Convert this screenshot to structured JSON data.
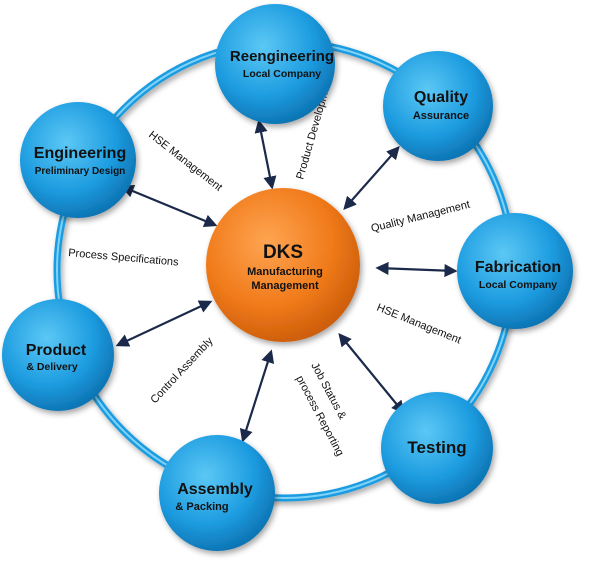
{
  "center": {
    "title": "DKS",
    "subtitle_line1": "Manufacturing",
    "subtitle_line2": "Management",
    "color": "#f07a1a"
  },
  "node_color": "#1d9ce0",
  "ring_color": "#1d9ce0",
  "arrow_color": "#1b2a4a",
  "nodes": {
    "reengineering": {
      "title": "Reengineering",
      "subtitle": "Local Company"
    },
    "quality": {
      "title": "Quality",
      "subtitle": "Assurance"
    },
    "fabrication": {
      "title": "Fabrication",
      "subtitle": "Local Company"
    },
    "testing": {
      "title": "Testing",
      "subtitle": ""
    },
    "assembly": {
      "title": "Assembly",
      "subtitle": "& Packing"
    },
    "product": {
      "title": "Product",
      "subtitle": "& Delivery"
    },
    "engineering": {
      "title": "Engineering",
      "subtitle": "Preliminary Design"
    }
  },
  "edge_labels": {
    "hse_management_top": "HSE Management",
    "product_development": "Product Development",
    "quality_management": "Quality Management",
    "process_specifications": "Process Specifications",
    "hse_management_right": "HSE Management",
    "control_assembly": "Control Assembly",
    "job_status_line1": "Job Status &",
    "job_status_line2": "process Reporting"
  }
}
